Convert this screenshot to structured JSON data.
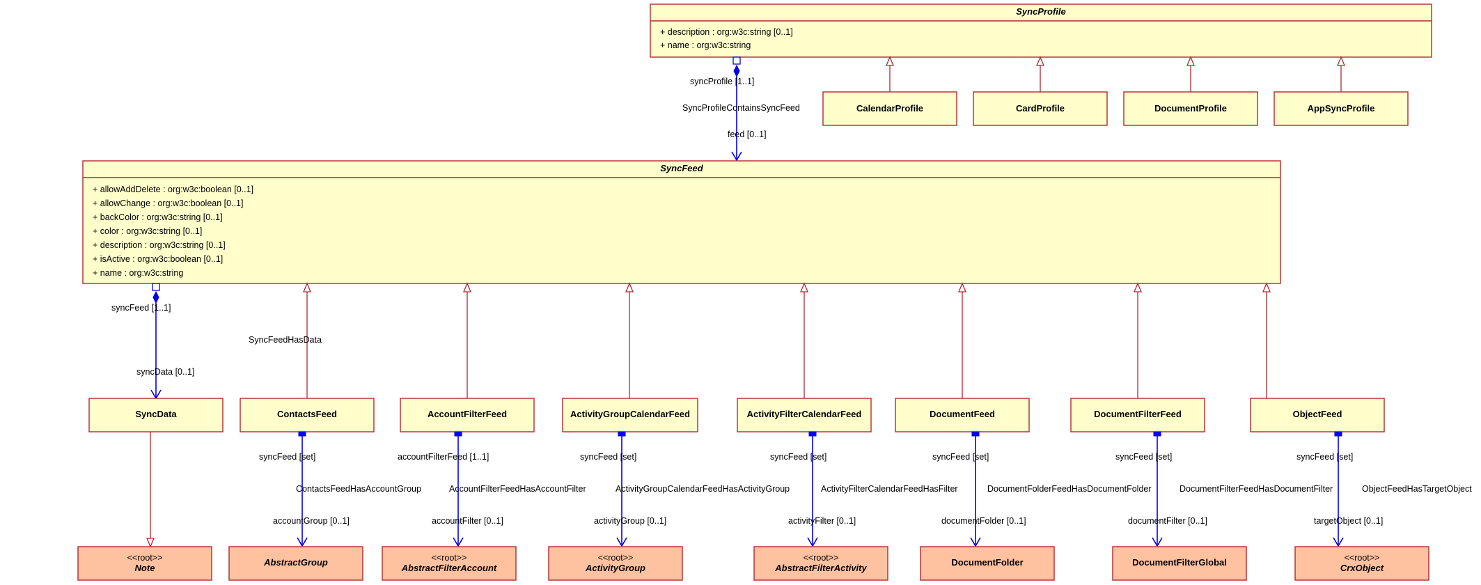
{
  "classes": {
    "sync_profile": {
      "name": "SyncProfile",
      "attrs": [
        "+ description : org:w3c:string [0..1]",
        "+ name : org:w3c:string"
      ]
    },
    "calendar_profile": {
      "name": "CalendarProfile"
    },
    "card_profile": {
      "name": "CardProfile"
    },
    "document_profile": {
      "name": "DocumentProfile"
    },
    "app_sync_profile": {
      "name": "AppSyncProfile"
    },
    "sync_feed": {
      "name": "SyncFeed",
      "attrs": [
        "+ allowAddDelete : org:w3c:boolean [0..1]",
        "+ allowChange : org:w3c:boolean [0..1]",
        "+ backColor : org:w3c:string [0..1]",
        "+ color : org:w3c:string [0..1]",
        "+ description : org:w3c:string [0..1]",
        "+ isActive : org:w3c:boolean [0..1]",
        "+ name : org:w3c:string"
      ]
    },
    "sync_data": {
      "name": "SyncData"
    },
    "contacts_feed": {
      "name": "ContactsFeed"
    },
    "account_filter_feed": {
      "name": "AccountFilterFeed"
    },
    "activity_group_calendar_feed": {
      "name": "ActivityGroupCalendarFeed"
    },
    "activity_filter_calendar_feed": {
      "name": "ActivityFilterCalendarFeed"
    },
    "document_feed": {
      "name": "DocumentFeed"
    },
    "document_filter_feed": {
      "name": "DocumentFilterFeed"
    },
    "object_feed": {
      "name": "ObjectFeed"
    },
    "note": {
      "stereotype": "<<root>>",
      "name": "Note"
    },
    "abstract_group": {
      "name": "AbstractGroup"
    },
    "abstract_filter_account": {
      "stereotype": "<<root>>",
      "name": "AbstractFilterAccount"
    },
    "activity_group": {
      "stereotype": "<<root>>",
      "name": "ActivityGroup"
    },
    "abstract_filter_activity": {
      "stereotype": "<<root>>",
      "name": "AbstractFilterActivity"
    },
    "document_folder": {
      "name": "DocumentFolder"
    },
    "document_filter_global": {
      "name": "DocumentFilterGlobal"
    },
    "crx_object": {
      "stereotype": "<<root>>",
      "name": "CrxObject"
    }
  },
  "associations": {
    "profile_feed": {
      "source_role": "syncProfile [1..1]",
      "name": "SyncProfileContainsSyncFeed",
      "target_role": "feed [0..1]"
    },
    "feed_data": {
      "source_role": "syncFeed [1..1]",
      "name": "SyncFeedHasData",
      "target_role": "syncData [0..1]"
    },
    "contacts": {
      "source_role": "syncFeed [set]",
      "name": "ContactsFeedHasAccountGroup",
      "target_role": "accountGroup [0..1]"
    },
    "account": {
      "source_role": "accountFilterFeed [1..1]",
      "name": "AccountFilterFeedHasAccountFilter",
      "target_role": "accountFilter [0..1]"
    },
    "activity_group": {
      "source_role": "syncFeed [set]",
      "name": "ActivityGroupCalendarFeedHasActivityGroup",
      "target_role": "activityGroup [0..1]"
    },
    "activity_filter": {
      "source_role": "syncFeed [set]",
      "name": "ActivityFilterCalendarFeedHasFilter",
      "target_role": "activityFilter [0..1]"
    },
    "document_folder": {
      "source_role": "syncFeed [set]",
      "name": "DocumentFolderFeedHasDocumentFolder",
      "target_role": "documentFolder [0..1]"
    },
    "document_filter": {
      "source_role": "syncFeed [set]",
      "name": "DocumentFilterFeedHasDocumentFilter",
      "target_role": "documentFilter [0..1]"
    },
    "object": {
      "source_role": "syncFeed [set]",
      "name": "ObjectFeedHasTargetObject",
      "target_role": "targetObject [0..1]"
    }
  },
  "colors": {
    "class_fill": "#ffffcc",
    "external_class_fill": "#ffc2a0",
    "border": "#b5272d",
    "association": "#0000ee"
  }
}
